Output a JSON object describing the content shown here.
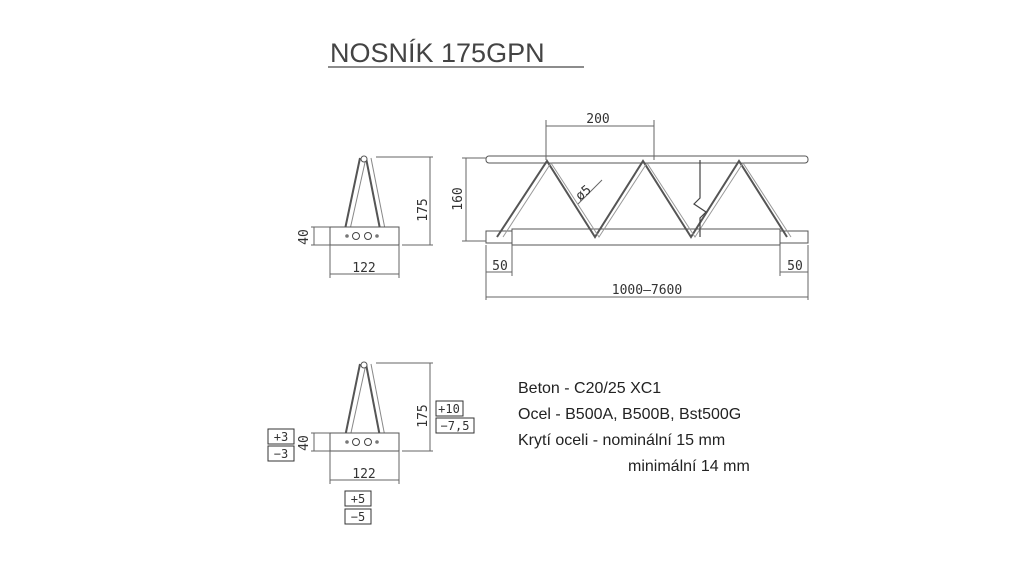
{
  "title": "NOSNÍK 175GPN",
  "section_top": {
    "height": "175",
    "bottom_height": "40",
    "width": "122"
  },
  "elevation": {
    "pitch": "200",
    "diameter": "ø5",
    "inner_height": "160",
    "end_left": "50",
    "end_right": "50",
    "length": "1000–7600"
  },
  "section_bottom": {
    "height": "175",
    "bottom_height": "40",
    "width": "122",
    "tol_height_plus": "+10",
    "tol_height_minus": "−7,5",
    "tol_bottom_plus": "+3",
    "tol_bottom_minus": "−3",
    "tol_width_plus": "+5",
    "tol_width_minus": "−5"
  },
  "specs": {
    "concrete": "Beton - C20/25  XC1",
    "steel": "Ocel - B500A, B500B, Bst500G",
    "cover_nominal": "Krytí oceli - nominální 15 mm",
    "cover_minimal": "minimální 14 mm"
  }
}
